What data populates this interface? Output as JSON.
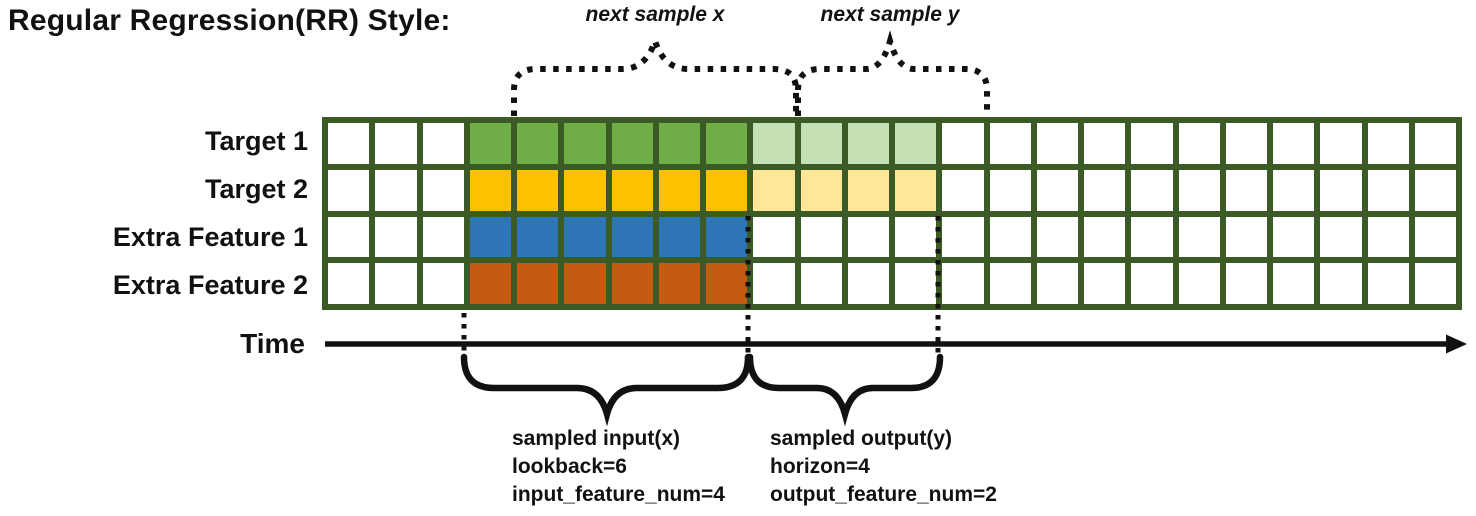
{
  "title": "Regular Regression(RR) Style:",
  "palette": {
    "white": "#ffffff",
    "green": "#6fad47",
    "lightGreen": "#c5e0b4",
    "gold": "#ffc000",
    "lightGold": "#ffe699",
    "blue": "#2e75b6",
    "orange": "#c55a11",
    "gridLine": "#3b5a25",
    "ink": "#111111"
  },
  "grid": {
    "columns": 24,
    "rows": [
      {
        "label": "Target 1",
        "segments": [
          {
            "color": "white",
            "count": 3
          },
          {
            "color": "green",
            "count": 6
          },
          {
            "color": "lightGreen",
            "count": 4
          },
          {
            "color": "white",
            "count": 11
          }
        ]
      },
      {
        "label": "Target 2",
        "segments": [
          {
            "color": "white",
            "count": 3
          },
          {
            "color": "gold",
            "count": 6
          },
          {
            "color": "lightGold",
            "count": 4
          },
          {
            "color": "white",
            "count": 11
          }
        ]
      },
      {
        "label": "Extra Feature 1",
        "segments": [
          {
            "color": "white",
            "count": 3
          },
          {
            "color": "blue",
            "count": 6
          },
          {
            "color": "white",
            "count": 15
          }
        ]
      },
      {
        "label": "Extra Feature 2",
        "segments": [
          {
            "color": "white",
            "count": 3
          },
          {
            "color": "orange",
            "count": 6
          },
          {
            "color": "white",
            "count": 15
          }
        ]
      }
    ]
  },
  "time_axis": {
    "label": "Time"
  },
  "top_annotations": {
    "next_sample_x": "next sample x",
    "next_sample_y": "next sample y"
  },
  "bottom_annotations": {
    "input": {
      "lines": [
        "sampled input(x)",
        "lookback=6",
        "input_feature_num=4"
      ]
    },
    "output": {
      "lines": [
        "sampled output(y)",
        "horizon=4",
        "output_feature_num=2"
      ]
    }
  }
}
